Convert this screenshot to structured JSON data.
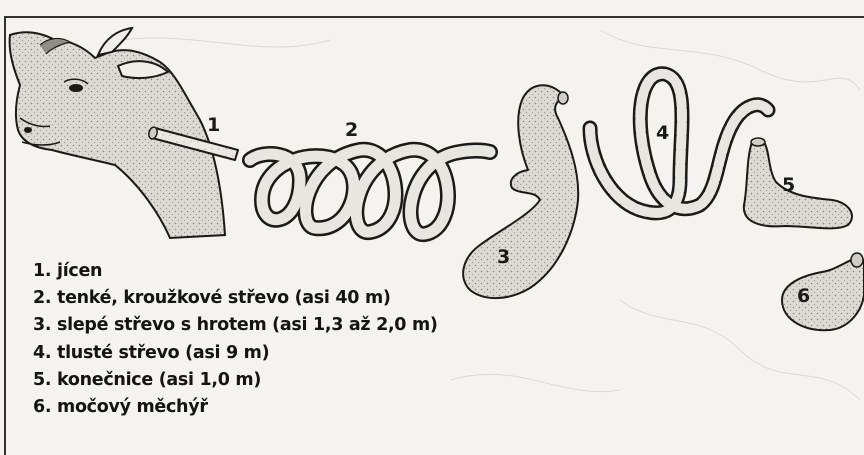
{
  "diagram": {
    "parts": [
      {
        "number": "1",
        "name": "jícen"
      },
      {
        "number": "2",
        "name": "tenké, kroužkové střevo"
      },
      {
        "number": "3",
        "name": "slepé střevo s hrotem"
      },
      {
        "number": "4",
        "name": "tlusté střevo"
      },
      {
        "number": "5",
        "name": "konečnice"
      },
      {
        "number": "6",
        "name": "močový měchýř"
      }
    ],
    "icons": [
      "cow-head-icon",
      "esophagus-tube-icon",
      "small-intestine-coil-icon",
      "caecum-icon",
      "colon-loop-icon",
      "rectum-icon",
      "bladder-icon"
    ]
  },
  "legend": [
    "1. jícen",
    "2. tenké, kroužkové střevo (asi 40 m)",
    "3. slepé střevo s hrotem (asi 1,3 až 2,0 m)",
    "4. tlusté střevo (asi 9 m)",
    "5. konečnice (asi 1,0 m)",
    "6. močový měchýř"
  ],
  "colors": {
    "ink": "#1a1a1a",
    "paper": "#f4f3ef",
    "organ_fill": "#dcdad3"
  }
}
